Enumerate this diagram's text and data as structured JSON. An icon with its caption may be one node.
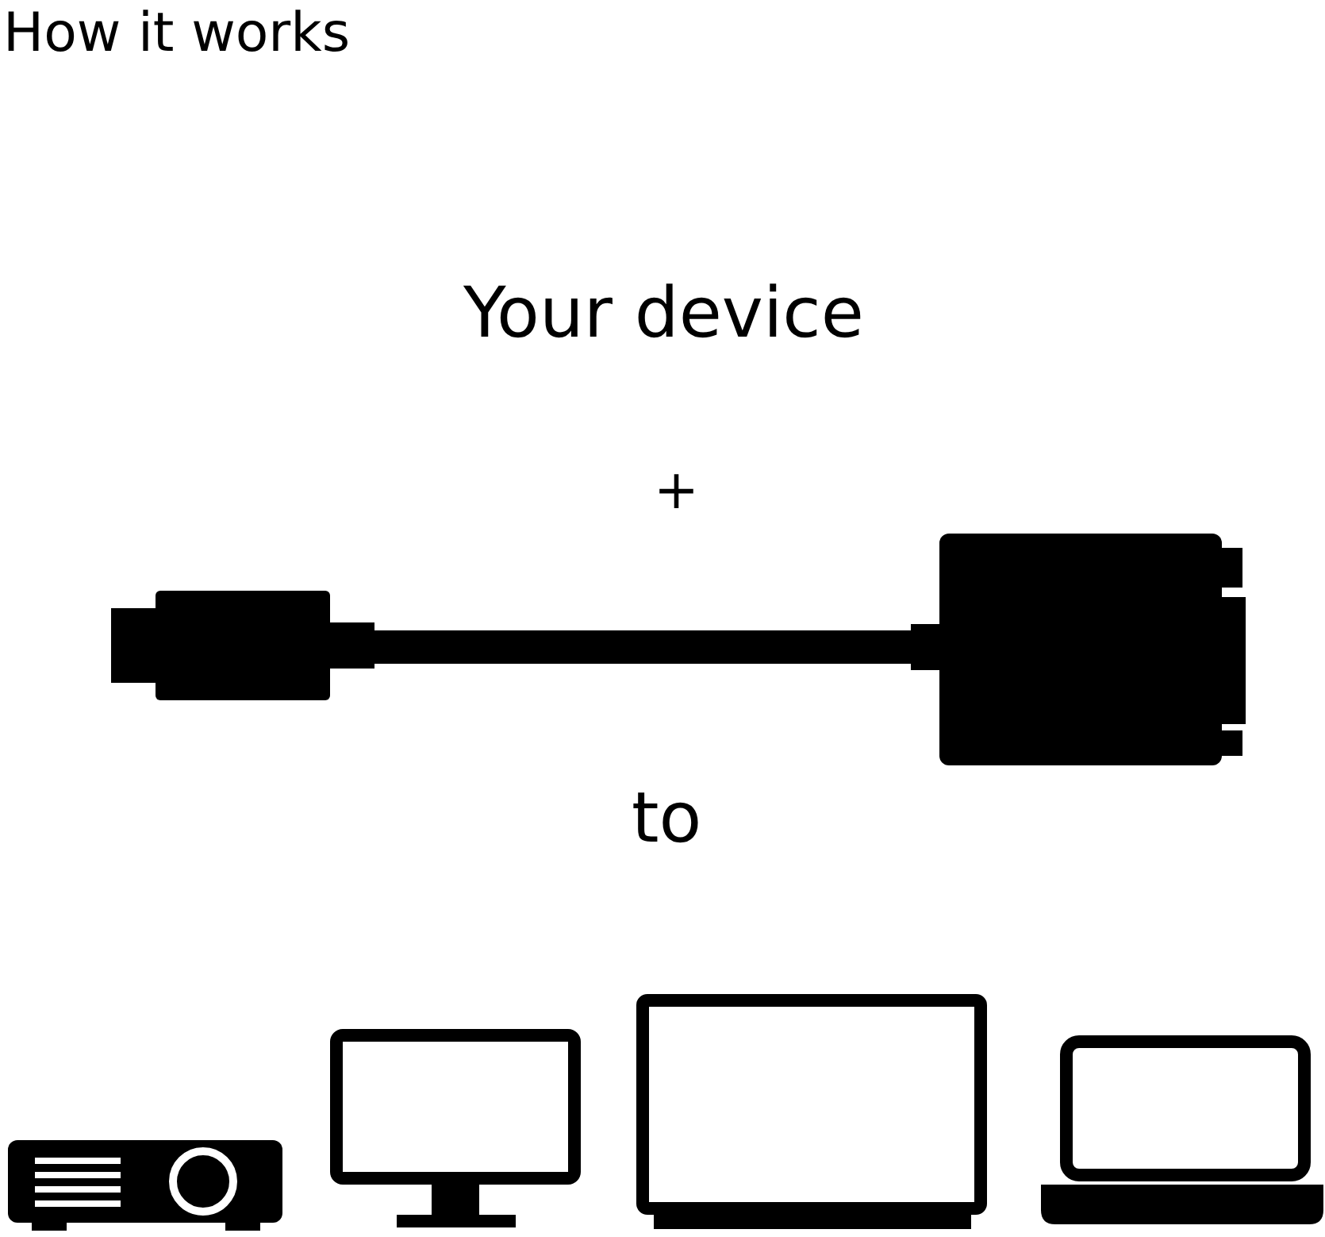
{
  "diagram": {
    "title": "How it works",
    "labels": [
      "Your device",
      "+",
      "to"
    ]
  }
}
